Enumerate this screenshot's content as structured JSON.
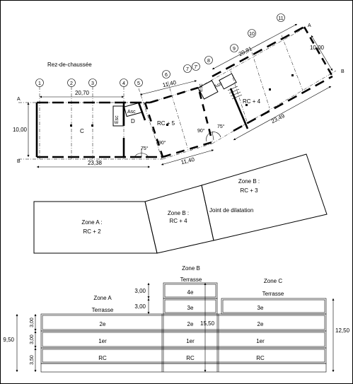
{
  "plan": {
    "title": "Rez-de-chaussée",
    "axis_numbers": [
      "1",
      "2",
      "3",
      "4",
      "5",
      "6",
      "7",
      "7'",
      "8",
      "9",
      "10",
      "11"
    ],
    "axis_letters": [
      "A",
      "B"
    ],
    "dimensions": {
      "block_a_length": "20,70",
      "block_a_width": "10,00",
      "block_a_bottom": "23,38",
      "block_b_top": "11,40",
      "block_b_bottom": "11,40",
      "block_c_top": "20,81",
      "block_c_width": "10,00",
      "block_c_bottom": "23,49"
    },
    "angles": {
      "a1": "75°",
      "a2": "90°",
      "a3": "90°",
      "a4": "75°"
    },
    "rooms": {
      "c": "C",
      "d": "D",
      "esc1": "Esc",
      "asc1": "Asc",
      "esc2": "Esc",
      "asc2": "Asc",
      "rc5": "RC + 5",
      "rc4": "RC + 4"
    }
  },
  "zones_plan": {
    "zone_a": {
      "name": "Zone A :",
      "levels": "RC + 2"
    },
    "zone_b": {
      "name": "Zone B :",
      "levels": "RC + 4"
    },
    "zone_b2": {
      "name": "Zone B :",
      "levels": "RC + 3"
    },
    "joint": "Joint de dilatation"
  },
  "elevation": {
    "zone_a_label": "Zone A",
    "zone_b_label": "Zone B",
    "zone_c_label": "Zone C",
    "terrasse_a": "Terrasse",
    "terrasse_b": "Terrasse",
    "terrasse_c": "Terrasse",
    "floors": {
      "f4": "4e",
      "f3": "3e",
      "f2": "2e",
      "f1": "1er",
      "rc": "RC"
    },
    "dims": {
      "d300a": "3,00",
      "d300b": "3,00",
      "d300c": "3,00",
      "d300d": "3,00",
      "d350": "3,50",
      "d950": "9,50",
      "d1550": "15,50",
      "d1250": "12,50"
    }
  }
}
